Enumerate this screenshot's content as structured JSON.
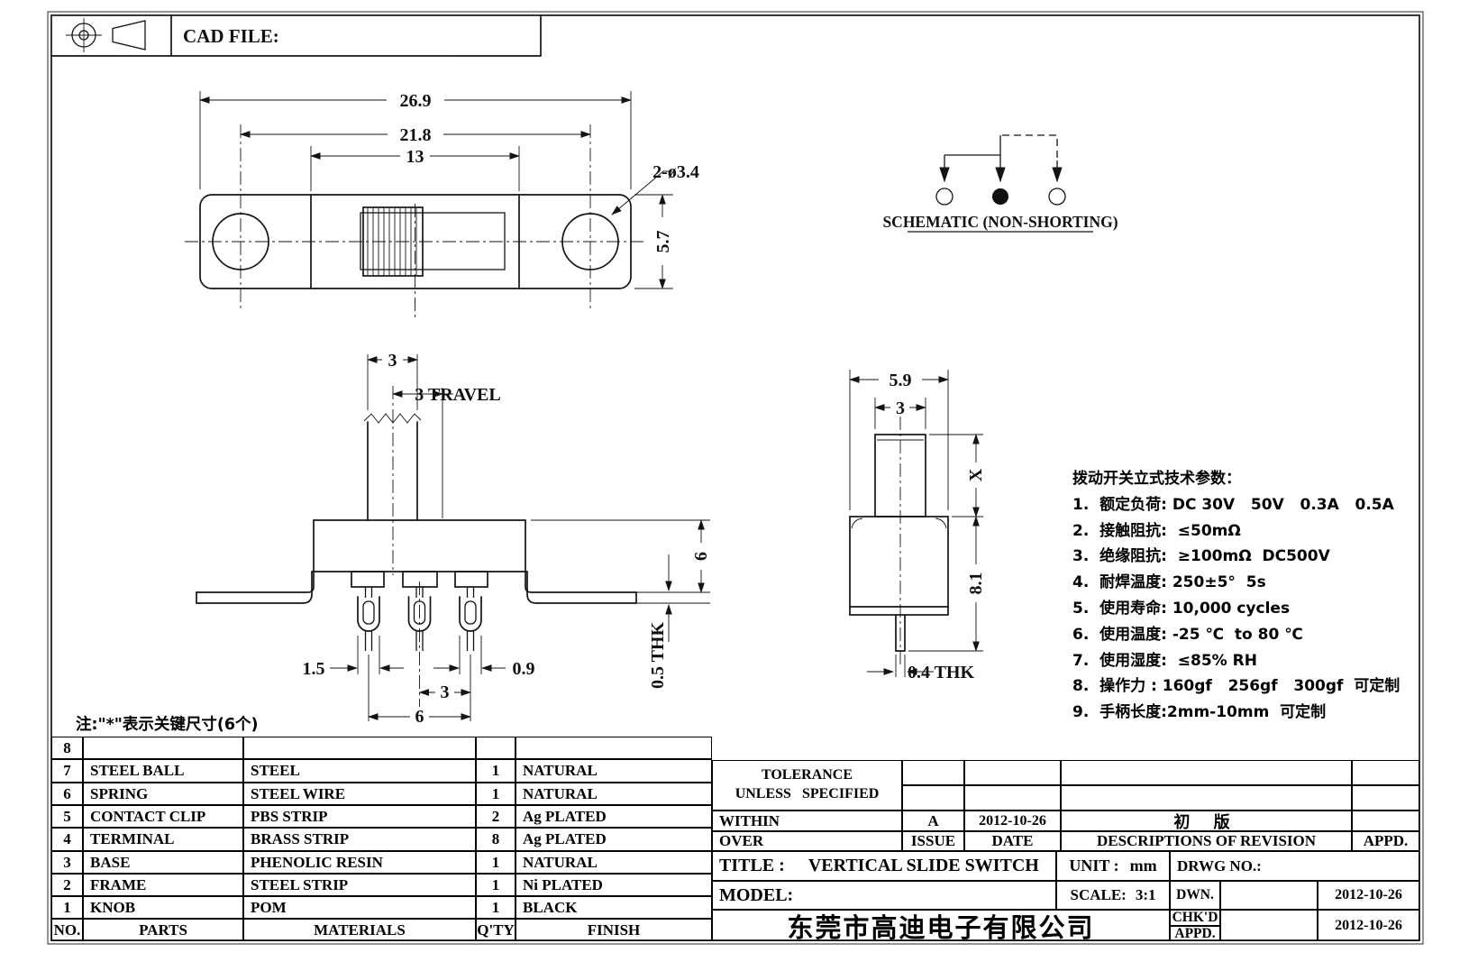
{
  "header": {
    "cad_file_label": "CAD FILE:"
  },
  "schematic": {
    "caption": "SCHEMATIC (NON-SHORTING)"
  },
  "note": {
    "text": "注:\"*\"表示关键尺寸(6个)"
  },
  "dims": {
    "top": {
      "overall": "26.9",
      "holes_span": "21.8",
      "slot": "13",
      "hole_callout": "2-ø3.4",
      "height": "5.7"
    },
    "front": {
      "knob": "3",
      "travel": "3 TRAVEL",
      "height": "6",
      "flange_thk": "0.5 THK",
      "pin_left": "1.5",
      "pin_right": "0.9",
      "pitch": "3",
      "span": "6"
    },
    "side": {
      "width": "5.9",
      "knob": "3",
      "knob_h": "X",
      "height": "8.1",
      "pin_thk": "0.4 THK"
    }
  },
  "specs": {
    "title": "拨动开关立式技术参数：",
    "items": [
      "1.  额定负荷: DC 30V   50V   0.3A   0.5A",
      "2.  接触阻抗:  ≤50mΩ",
      "3.  绝缘阻抗:  ≥100mΩ  DC500V",
      "4.  耐焊温度: 250±5°  5s",
      "5.  使用寿命: 10,000 cycles",
      "6.  使用温度: -25 ℃  to 80 ℃",
      "7.  使用湿度:  ≤85% RH",
      "8.  操作力 : 160gf   256gf   300gf  可定制",
      "9.  手柄长度:2mm-10mm  可定制"
    ]
  },
  "parts": {
    "headers": {
      "no": "NO.",
      "parts": "PARTS",
      "materials": "MATERIALS",
      "qty": "Q'TY",
      "finish": "FINISH"
    },
    "rows": [
      {
        "no": "8",
        "part": "",
        "material": "",
        "qty": "",
        "finish": ""
      },
      {
        "no": "7",
        "part": "STEEL BALL",
        "material": "STEEL",
        "qty": "1",
        "finish": "NATURAL"
      },
      {
        "no": "6",
        "part": "SPRING",
        "material": "STEEL WIRE",
        "qty": "1",
        "finish": "NATURAL"
      },
      {
        "no": "5",
        "part": "CONTACT CLIP",
        "material": "PBS STRIP",
        "qty": "2",
        "finish": "Ag PLATED"
      },
      {
        "no": "4",
        "part": "TERMINAL",
        "material": "BRASS STRIP",
        "qty": "8",
        "finish": "Ag PLATED"
      },
      {
        "no": "3",
        "part": "BASE",
        "material": "PHENOLIC RESIN",
        "qty": "1",
        "finish": "NATURAL"
      },
      {
        "no": "2",
        "part": "FRAME",
        "material": "STEEL STRIP",
        "qty": "1",
        "finish": "Ni PLATED"
      },
      {
        "no": "1",
        "part": "KNOB",
        "material": "POM",
        "qty": "1",
        "finish": "BLACK"
      }
    ]
  },
  "rev": {
    "tol1": "TOLERANCE",
    "tol2": "UNLESS   SPECIFIED",
    "within": "WITHIN",
    "over": "OVER",
    "issue_val": "A",
    "date_val": "2012-10-26",
    "desc_val": "初 版",
    "issue_h": "ISSUE",
    "date_h": "DATE",
    "desc_h": "DESCRIPTIONS OF REVISION",
    "appd_h": "APPD."
  },
  "tb": {
    "title_label": "TITLE :",
    "title_value": "VERTICAL SLIDE SWITCH",
    "unit_label": "UNIT :",
    "unit_value": "mm",
    "drwg_label": "DRWG NO.:",
    "model_label": "MODEL:",
    "scale_label": "SCALE:",
    "scale_value": "3:1",
    "company": "东莞市高迪电子有限公司",
    "dwn": "DWN.",
    "chkd": "CHK'D",
    "appd": "APPD.",
    "date1": "2012-10-26",
    "date2": "2012-10-26"
  }
}
